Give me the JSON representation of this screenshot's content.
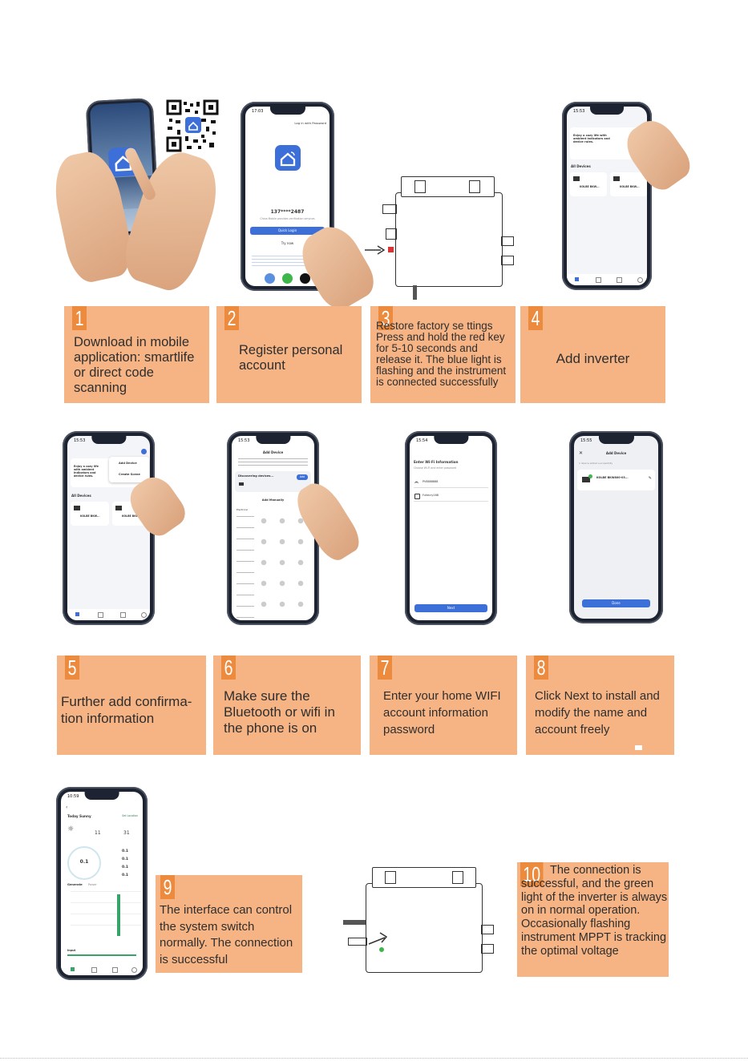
{
  "steps": [
    {
      "num": "1",
      "text": "Download in mobile application: smartlife or direct code scanning"
    },
    {
      "num": "2",
      "text": "Register personal account"
    },
    {
      "num": "3",
      "text": "Restore factory se ttings Press and hold the red key for 5-10 seconds and release it. The blue light is flashing and the instrument is connected successfully"
    },
    {
      "num": "4",
      "text": "Add inverter"
    },
    {
      "num": "5",
      "text": "Further add confirma- tion information"
    },
    {
      "num": "6",
      "text": "Make sure the Bluetooth or wifi in the phone is on"
    },
    {
      "num": "7",
      "text": "Enter your home WIFI account information password"
    },
    {
      "num": "8",
      "text": "Click Next to install and modify the name and account freely"
    },
    {
      "num": "9",
      "text": "The interface can control the system switch normally. The connection is successful"
    },
    {
      "num": "10",
      "text": "The connection is successful, and the green light of the inverter is always on in normal operation. Occasionally flashing instrument MPPT is tracking the optimal voltage"
    }
  ],
  "screens": {
    "login": {
      "time": "17:03",
      "top_link": "Log in with Password",
      "phone": "137****2487",
      "sub": "China Mobile provides verification services",
      "primary": "Quick Login",
      "secondary": "Try now"
    },
    "home": {
      "time": "15:53",
      "banner": "Enjoy a cozy life with ambient indicators and device rules.",
      "section": "All Devices",
      "device_a": "KOLBE BKW...",
      "device_b": "KOLBE BKW...",
      "menu_add": "Add Device",
      "menu_scene": "Create Scene"
    },
    "add": {
      "time": "15:53",
      "title": "Add Device",
      "discover": "Discovering devices...",
      "add_btn": "Add",
      "manual": "Add Manually",
      "left_col": "Electrical"
    },
    "wifi": {
      "time": "15:54",
      "title": "Enter Wi-Fi Information",
      "sub": "Choose Wi-Fi and enter password",
      "ssid": "PV8888888",
      "pass": "Fuhecry168",
      "next": "Next"
    },
    "done": {
      "time": "15:55",
      "title": "Add Device",
      "sub": "1 device added successfully",
      "device": "KOLBE BKW800-03...",
      "btn": "Done"
    },
    "stats": {
      "time": "10:59",
      "weather": "Today Sunny",
      "link": "Set Location",
      "val1": "11",
      "val2": "31",
      "gauge": "0.1",
      "r1": "0.1",
      "r2": "0.1",
      "r3": "0.1",
      "r4": "0.1",
      "tab1": "Generate",
      "tab2": "Power",
      "input": "Input"
    }
  },
  "colors": {
    "box": "#f6b485",
    "num": "#ec8a3e",
    "blue": "#3d6fd9",
    "led_red": "#e03030",
    "led_green": "#3fb64a"
  }
}
